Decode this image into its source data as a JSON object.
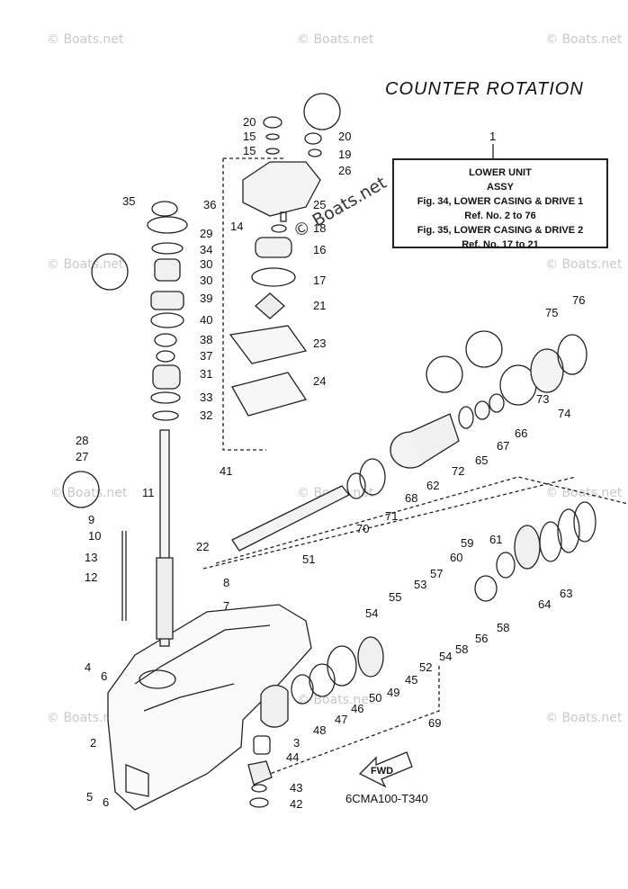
{
  "title": "COUNTER ROTATION",
  "reference_box": {
    "ref_number": "1",
    "line1": "LOWER UNIT",
    "line2": "ASSY",
    "line3": "Fig. 34, LOWER CASING & DRIVE 1",
    "line4": "Ref. No. 2 to 76",
    "line5": "Fig. 35, LOWER CASING & DRIVE 2",
    "line6": "Ref. No. 17 to 21"
  },
  "diagram_code": "6CMA100-T340",
  "fwd_label": "FWD",
  "watermark": "© Boats.net",
  "watermark_center": "© Boats.net",
  "callouts": [
    "20",
    "15",
    "15",
    "14",
    "35",
    "36",
    "29",
    "34",
    "30",
    "30",
    "39",
    "40",
    "38",
    "37",
    "31",
    "33",
    "32",
    "20",
    "19",
    "26",
    "25",
    "18",
    "16",
    "17",
    "21",
    "23",
    "24",
    "28",
    "27",
    "11",
    "9",
    "10",
    "13",
    "12",
    "41",
    "22",
    "8",
    "7",
    "4",
    "6",
    "2",
    "5",
    "6",
    "1",
    "76",
    "75",
    "74",
    "73",
    "66",
    "67",
    "65",
    "72",
    "62",
    "71",
    "68",
    "70",
    "51",
    "59",
    "61",
    "60",
    "57",
    "53",
    "55",
    "54",
    "58",
    "56",
    "58",
    "54",
    "52",
    "45",
    "49",
    "50",
    "46",
    "47",
    "48",
    "3",
    "44",
    "43",
    "42",
    "69",
    "64",
    "63"
  ]
}
